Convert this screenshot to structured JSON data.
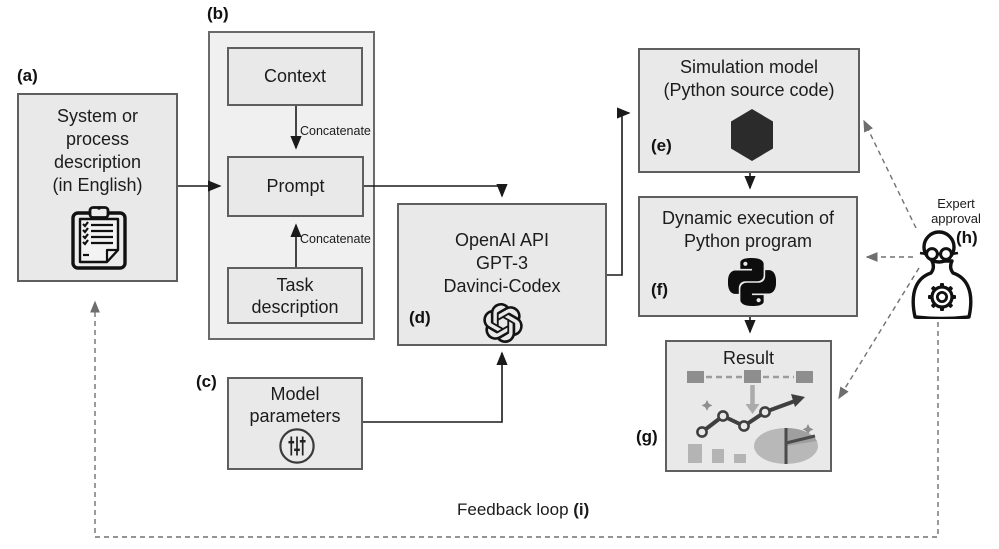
{
  "labels": {
    "a": "(a)",
    "b": "(b)",
    "c": "(c)",
    "d": "(d)",
    "e": "(e)",
    "f": "(f)",
    "g": "(g)",
    "h": "(h)"
  },
  "boxes": {
    "system": {
      "text": "System or\nprocess\ndescription\n(in English)"
    },
    "context": {
      "text": "Context"
    },
    "prompt": {
      "text": "Prompt"
    },
    "task": {
      "text": "Task\ndescription"
    },
    "model_params": {
      "text": "Model\nparameters"
    },
    "openai": {
      "text": "OpenAI API\nGPT-3\nDavinci-Codex"
    },
    "simulation": {
      "text": "Simulation model\n(Python source code)"
    },
    "execution": {
      "text": "Dynamic execution of\nPython program"
    },
    "result": {
      "text": "Result"
    }
  },
  "edges": {
    "concatenate_top": "Concatenate",
    "concatenate_bottom": "Concatenate"
  },
  "expert": {
    "caption": "Expert\napproval"
  },
  "feedback": {
    "text": "Feedback loop ",
    "label": "(i)"
  },
  "icons": {
    "system": "clipboard-checklist",
    "model_params": "sliders-circle",
    "openai": "openai-logo",
    "simulation": "dark-hexagon",
    "execution": "python-logo",
    "result": "analytics-charts",
    "expert": "person-glasses-gear"
  },
  "colors": {
    "box_fill": "#e9e9e9",
    "container_fill": "#f0f0f0",
    "box_border": "#5f5f5f",
    "arrow": "#1a1a1a",
    "dashed_line": "#707070",
    "icon_dark": "#1d1d1d",
    "result_dark": "#3f3f3f",
    "result_mid": "#8e8e8e",
    "result_light": "#b4b4b4"
  }
}
